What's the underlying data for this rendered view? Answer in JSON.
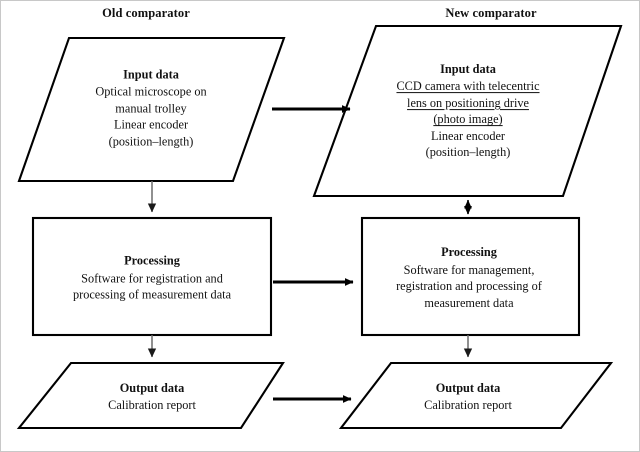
{
  "diagram": {
    "title_left": "Old comparator",
    "title_right": "New comparator",
    "colors": {
      "stroke": "#000000",
      "arrow_vertical": "#6b6b6b",
      "frame": "#c8c8c8",
      "text": "#111111"
    },
    "columns": {
      "old": {
        "input": {
          "heading": "Input data",
          "lines": [
            "Optical microscope on",
            "manual trolley",
            "Linear encoder",
            "(position–length)"
          ]
        },
        "processing": {
          "heading": "Processing",
          "lines": [
            "Software for registration and",
            "processing of measurement data"
          ]
        },
        "output": {
          "heading": "Output data",
          "lines": [
            "Calibration report"
          ]
        }
      },
      "new": {
        "input": {
          "heading": "Input data",
          "lines": [
            "CCD camera with telecentric",
            "lens on positioning drive",
            "(photo image)",
            "Linear encoder",
            "(position–length)"
          ],
          "underlined_lines": [
            "CCD camera with telecentric",
            "lens on positioning drive",
            "(photo image)"
          ]
        },
        "processing": {
          "heading": "Processing",
          "line1_prefix": "Software for ",
          "line1_underlined": "management",
          "line1_suffix": ",",
          "lines_rest": [
            "registration and processing of",
            "measurement data"
          ]
        },
        "output": {
          "heading": "Output data",
          "lines": [
            "Calibration report"
          ]
        }
      }
    },
    "connectors": [
      {
        "name": "old-input-to-old-processing",
        "kind": "vertical-arrow-down"
      },
      {
        "name": "old-processing-to-old-output",
        "kind": "vertical-arrow-down"
      },
      {
        "name": "new-input-to-new-processing",
        "kind": "vertical-double-arrow"
      },
      {
        "name": "new-processing-to-new-output",
        "kind": "vertical-arrow-down"
      },
      {
        "name": "old-input-to-new-input",
        "kind": "horizontal-arrow-right"
      },
      {
        "name": "old-processing-to-new-processing",
        "kind": "horizontal-arrow-right"
      },
      {
        "name": "old-output-to-new-output",
        "kind": "horizontal-arrow-right"
      }
    ]
  }
}
